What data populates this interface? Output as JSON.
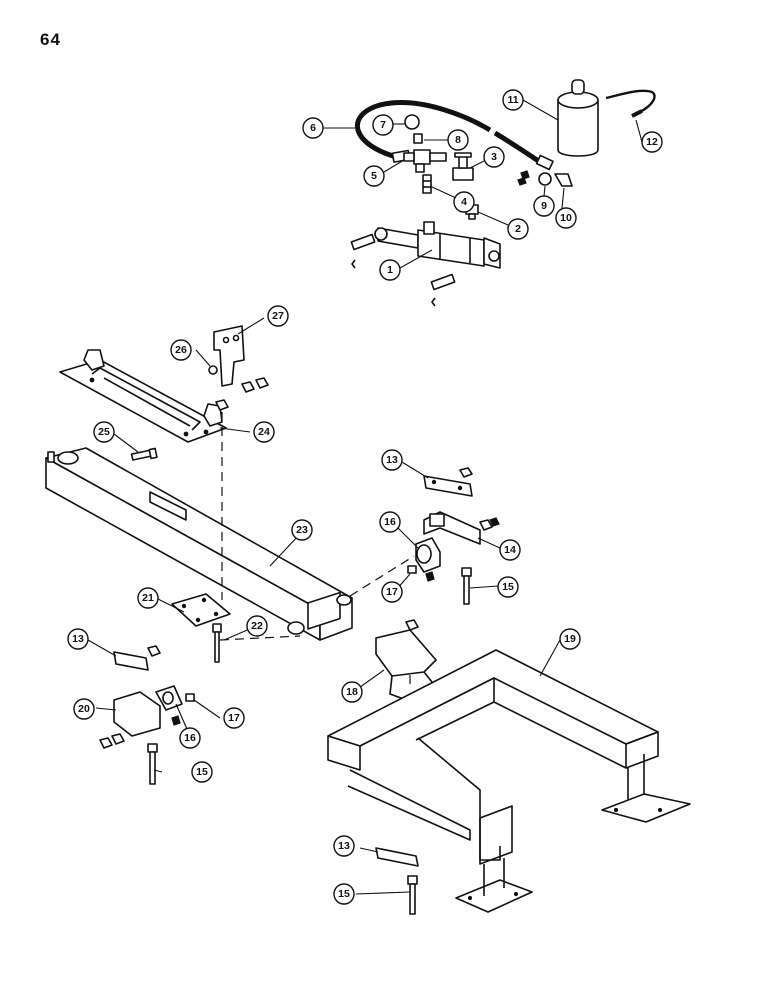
{
  "page": {
    "number": "64"
  },
  "callouts": [
    {
      "label": "1"
    },
    {
      "label": "2"
    },
    {
      "label": "3"
    },
    {
      "label": "4"
    },
    {
      "label": "5"
    },
    {
      "label": "6"
    },
    {
      "label": "7"
    },
    {
      "label": "8"
    },
    {
      "label": "9"
    },
    {
      "label": "10"
    },
    {
      "label": "11"
    },
    {
      "label": "12"
    },
    {
      "label": "13"
    },
    {
      "label": "14"
    },
    {
      "label": "15"
    },
    {
      "label": "16"
    },
    {
      "label": "17"
    },
    {
      "label": "13"
    },
    {
      "label": "18"
    },
    {
      "label": "19"
    },
    {
      "label": "20"
    },
    {
      "label": "21"
    },
    {
      "label": "22"
    },
    {
      "label": "23"
    },
    {
      "label": "24"
    },
    {
      "label": "25"
    },
    {
      "label": "26"
    },
    {
      "label": "27"
    },
    {
      "label": "16"
    },
    {
      "label": "17"
    },
    {
      "label": "15"
    },
    {
      "label": "13"
    },
    {
      "label": "15"
    }
  ]
}
